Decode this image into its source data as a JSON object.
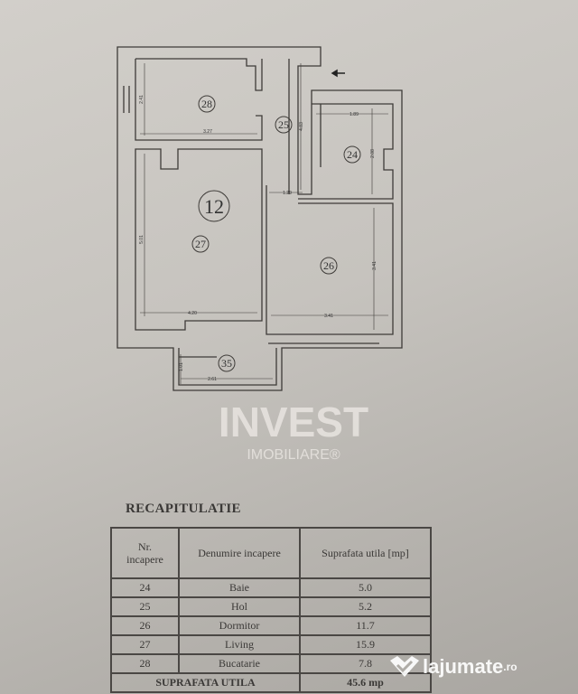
{
  "plan": {
    "apartment_number": "12",
    "rooms": {
      "kitchen": "28",
      "hall": "25",
      "bath": "24",
      "living": "27",
      "bedroom": "26",
      "balcony": "35"
    },
    "dimensions": {
      "kitchen_h": "2.41",
      "kitchen_w": "3.27",
      "hall_h": "4.83",
      "bath_w": "1.89",
      "bath_h": "2.08",
      "hall_w": "1.29",
      "living_h": "5.01",
      "living_w": "4.20",
      "bedroom_h": "3.41",
      "bedroom_w": "3.41",
      "balcony_h": "1.01",
      "balcony_w": "2.61"
    }
  },
  "watermark": {
    "brand": "INVEST",
    "sub": "IMOBILIARE®"
  },
  "summary": {
    "title": "RECAPITULATIE",
    "headers": [
      "Nr. incapere",
      "Denumire incapere",
      "Suprafata utila [mp]"
    ],
    "rows": [
      {
        "nr": "24",
        "name": "Baie",
        "area": "5.0"
      },
      {
        "nr": "25",
        "name": "Hol",
        "area": "5.2"
      },
      {
        "nr": "26",
        "name": "Dormitor",
        "area": "11.7"
      },
      {
        "nr": "27",
        "name": "Living",
        "area": "15.9"
      },
      {
        "nr": "28",
        "name": "Bucatarie",
        "area": "7.8"
      }
    ],
    "total_label": "SUPRAFATA UTILA",
    "total_value": "45.6 mp"
  },
  "logo": {
    "name": "lajumate",
    "tld": ".ro"
  }
}
